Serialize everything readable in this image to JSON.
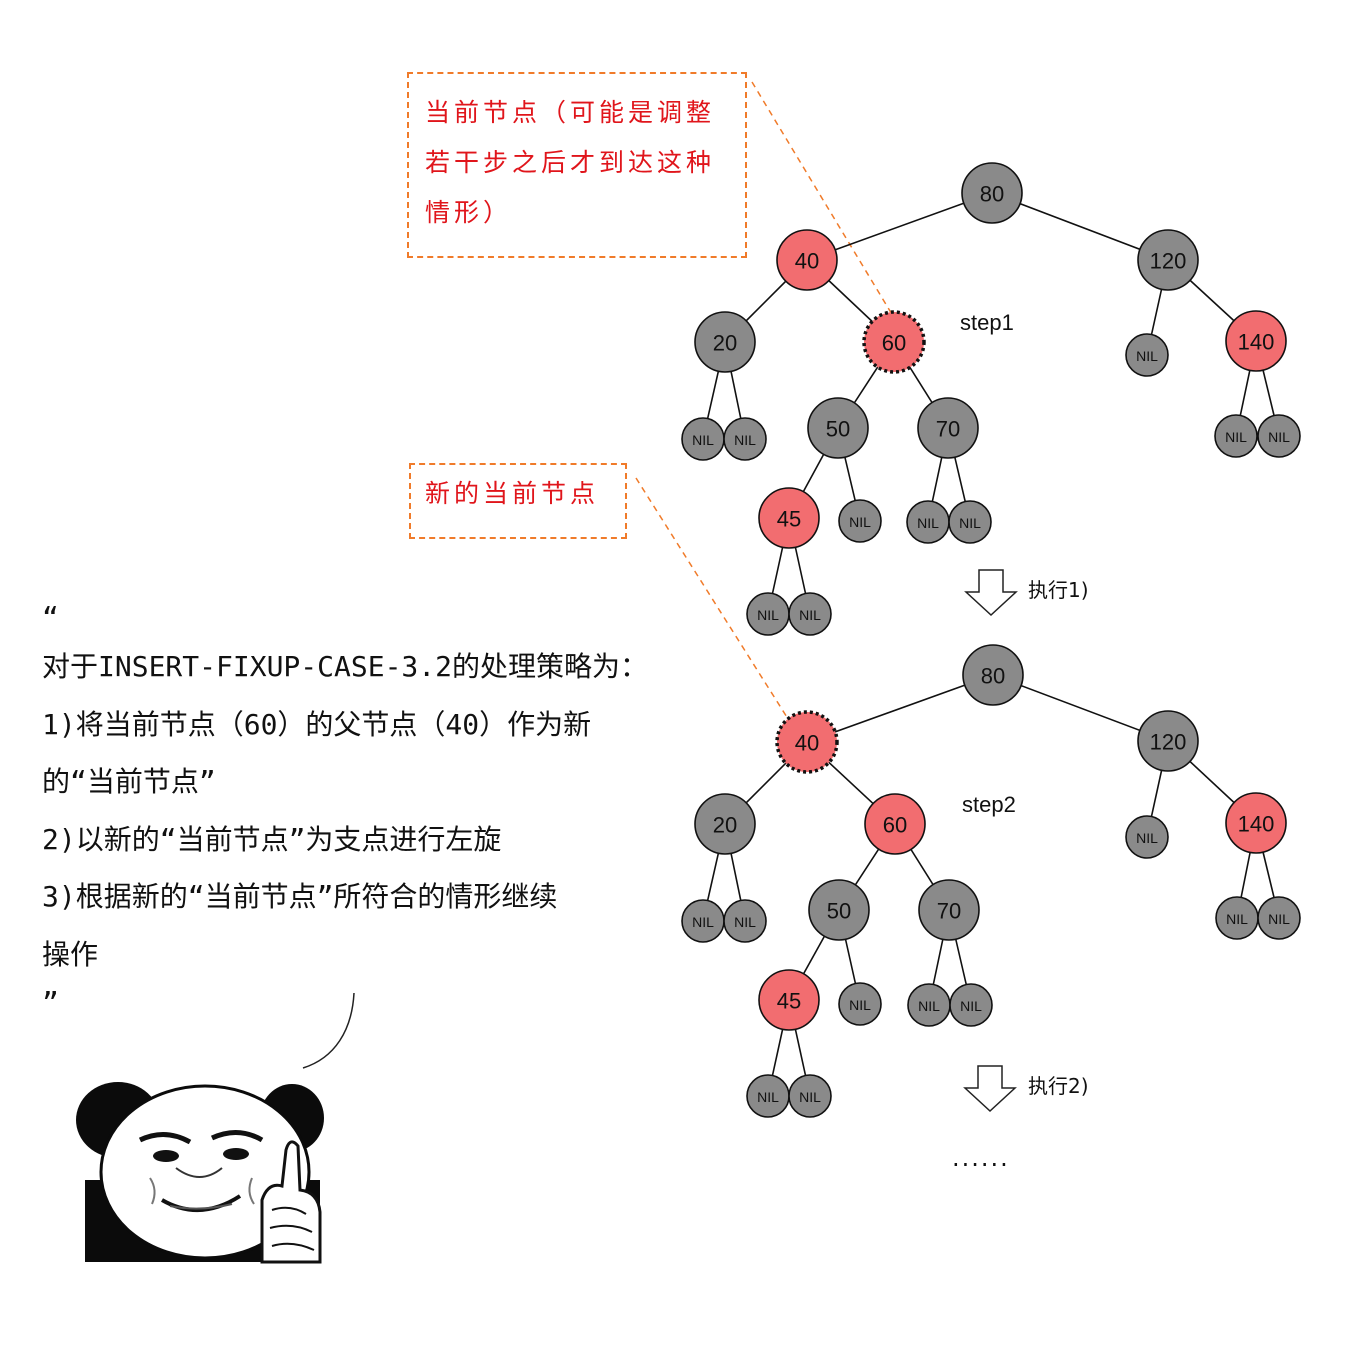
{
  "callouts": {
    "current_node": "当前节点（可能是调整若干步之后才到达这种情形）",
    "new_current_node": "新的当前节点"
  },
  "explanation": {
    "open_quote": "“",
    "lines": [
      "对于INSERT-FIXUP-CASE-3.2的处理策略为：",
      "1)将当前节点（60）的父节点（40）作为新",
      "的“当前节点”",
      "2)以新的“当前节点”为支点进行左旋",
      "3)根据新的“当前节点”所符合的情形继续",
      "操作"
    ],
    "close_quote": "”"
  },
  "colors": {
    "red_node": "#f26d70",
    "black_node": "#8a8a8a",
    "callout_border": "#f07b2a",
    "callout_text": "#e0151b"
  },
  "trees": [
    {
      "step_label": "step1",
      "action_label": "执行1)",
      "nodes": [
        {
          "id": "80",
          "label": "80",
          "color": "black"
        },
        {
          "id": "40",
          "label": "40",
          "color": "red"
        },
        {
          "id": "120",
          "label": "120",
          "color": "black"
        },
        {
          "id": "20",
          "label": "20",
          "color": "black"
        },
        {
          "id": "60",
          "label": "60",
          "color": "red",
          "highlight": true
        },
        {
          "id": "nil120",
          "label": "NIL",
          "color": "black",
          "nil": true
        },
        {
          "id": "140",
          "label": "140",
          "color": "red"
        },
        {
          "id": "nil20a",
          "label": "NIL",
          "color": "black",
          "nil": true
        },
        {
          "id": "nil20b",
          "label": "NIL",
          "color": "black",
          "nil": true
        },
        {
          "id": "50",
          "label": "50",
          "color": "black"
        },
        {
          "id": "70",
          "label": "70",
          "color": "black"
        },
        {
          "id": "nil140a",
          "label": "NIL",
          "color": "black",
          "nil": true
        },
        {
          "id": "nil140b",
          "label": "NIL",
          "color": "black",
          "nil": true
        },
        {
          "id": "45",
          "label": "45",
          "color": "red"
        },
        {
          "id": "nil50",
          "label": "NIL",
          "color": "black",
          "nil": true
        },
        {
          "id": "nil70a",
          "label": "NIL",
          "color": "black",
          "nil": true
        },
        {
          "id": "nil70b",
          "label": "NIL",
          "color": "black",
          "nil": true
        },
        {
          "id": "nil45a",
          "label": "NIL",
          "color": "black",
          "nil": true
        },
        {
          "id": "nil45b",
          "label": "NIL",
          "color": "black",
          "nil": true
        }
      ],
      "edges": [
        [
          "80",
          "40"
        ],
        [
          "80",
          "120"
        ],
        [
          "40",
          "20"
        ],
        [
          "40",
          "60"
        ],
        [
          "120",
          "nil120"
        ],
        [
          "120",
          "140"
        ],
        [
          "20",
          "nil20a"
        ],
        [
          "20",
          "nil20b"
        ],
        [
          "60",
          "50"
        ],
        [
          "60",
          "70"
        ],
        [
          "140",
          "nil140a"
        ],
        [
          "140",
          "nil140b"
        ],
        [
          "50",
          "45"
        ],
        [
          "50",
          "nil50"
        ],
        [
          "70",
          "nil70a"
        ],
        [
          "70",
          "nil70b"
        ],
        [
          "45",
          "nil45a"
        ],
        [
          "45",
          "nil45b"
        ]
      ]
    },
    {
      "step_label": "step2",
      "action_label": "执行2)",
      "nodes": [
        {
          "id": "80",
          "label": "80",
          "color": "black"
        },
        {
          "id": "40",
          "label": "40",
          "color": "red",
          "highlight": true
        },
        {
          "id": "120",
          "label": "120",
          "color": "black"
        },
        {
          "id": "20",
          "label": "20",
          "color": "black"
        },
        {
          "id": "60",
          "label": "60",
          "color": "red"
        },
        {
          "id": "nil120",
          "label": "NIL",
          "color": "black",
          "nil": true
        },
        {
          "id": "140",
          "label": "140",
          "color": "red"
        },
        {
          "id": "nil20a",
          "label": "NIL",
          "color": "black",
          "nil": true
        },
        {
          "id": "nil20b",
          "label": "NIL",
          "color": "black",
          "nil": true
        },
        {
          "id": "50",
          "label": "50",
          "color": "black"
        },
        {
          "id": "70",
          "label": "70",
          "color": "black"
        },
        {
          "id": "nil140a",
          "label": "NIL",
          "color": "black",
          "nil": true
        },
        {
          "id": "nil140b",
          "label": "NIL",
          "color": "black",
          "nil": true
        },
        {
          "id": "45",
          "label": "45",
          "color": "red"
        },
        {
          "id": "nil50",
          "label": "NIL",
          "color": "black",
          "nil": true
        },
        {
          "id": "nil70a",
          "label": "NIL",
          "color": "black",
          "nil": true
        },
        {
          "id": "nil70b",
          "label": "NIL",
          "color": "black",
          "nil": true
        },
        {
          "id": "nil45a",
          "label": "NIL",
          "color": "black",
          "nil": true
        },
        {
          "id": "nil45b",
          "label": "NIL",
          "color": "black",
          "nil": true
        }
      ],
      "edges": [
        [
          "80",
          "40"
        ],
        [
          "80",
          "120"
        ],
        [
          "40",
          "20"
        ],
        [
          "40",
          "60"
        ],
        [
          "120",
          "nil120"
        ],
        [
          "120",
          "140"
        ],
        [
          "20",
          "nil20a"
        ],
        [
          "20",
          "nil20b"
        ],
        [
          "60",
          "50"
        ],
        [
          "60",
          "70"
        ],
        [
          "140",
          "nil140a"
        ],
        [
          "140",
          "nil140b"
        ],
        [
          "50",
          "45"
        ],
        [
          "50",
          "nil50"
        ],
        [
          "70",
          "nil70a"
        ],
        [
          "70",
          "nil70b"
        ],
        [
          "45",
          "nil45a"
        ],
        [
          "45",
          "nil45b"
        ]
      ]
    }
  ],
  "continuation": "......",
  "meme": {
    "icon": "panda-meme-icon"
  }
}
